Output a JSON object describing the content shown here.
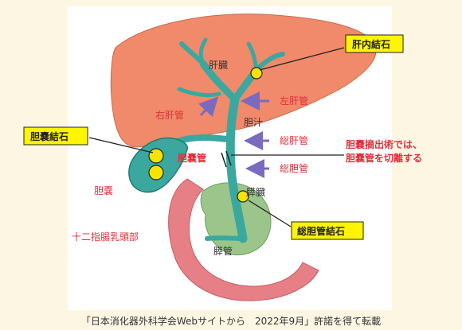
{
  "labels": {
    "liver": "肝臓",
    "right_hepatic_duct": "右肝管",
    "left_hepatic_duct": "左肝管",
    "bile": "胆汁",
    "common_hepatic_duct": "総肝管",
    "cystic_duct": "胆嚢管",
    "common_bile_duct": "総胆管",
    "gallbladder": "胆嚢",
    "pancreas": "膵臓",
    "duodenal_papilla": "十二指腸乳頭部",
    "pancreatic_duct": "膵管"
  },
  "callouts": {
    "intrahepatic_stone": "肝内結石",
    "gallbladder_stone": "胆嚢結石",
    "cbd_stone": "総胆管結石"
  },
  "note": {
    "line1": "胆嚢摘出術では、",
    "line2": "胆嚢管を切離する"
  },
  "caption": "「日本消化器外科学会Webサイトから　2022年9月」許諾を得て転載",
  "colors": {
    "liver": "#f08a6a",
    "duct": "#3aa89f",
    "pancreas": "#9bc58a",
    "duodenum": "#e77f86",
    "label_red": "#e0303a",
    "label_dark": "#333333",
    "arrow": "#7a6bbf",
    "stone": "#f5e400",
    "callout_bg": "#fff500"
  }
}
